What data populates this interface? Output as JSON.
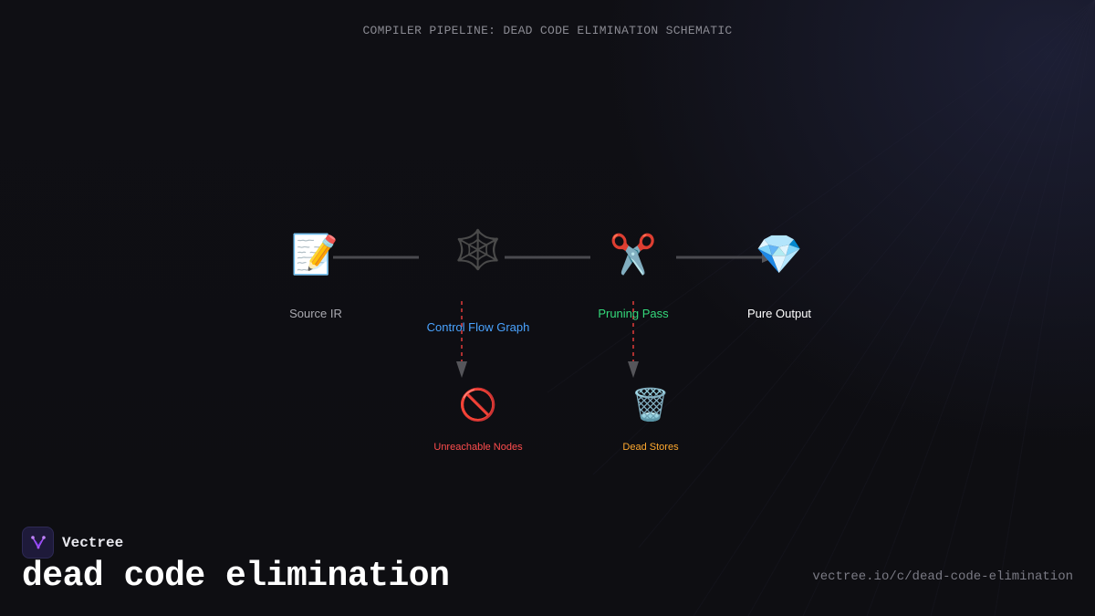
{
  "header": {
    "title": "COMPILER PIPELINE: DEAD CODE ELIMINATION SCHEMATIC"
  },
  "nodes": [
    {
      "id": "source-ir",
      "label": "Source IR",
      "icon": "📝",
      "icon_name": "memo-icon",
      "color": "#a9a9b0"
    },
    {
      "id": "control-flow-graph",
      "label": "Control Flow Graph",
      "icon": "🕸️",
      "icon_name": "spider-web-icon",
      "color": "#4aa3ff"
    },
    {
      "id": "pruning-pass",
      "label": "Pruning Pass",
      "icon": "✂️",
      "icon_name": "scissors-icon",
      "color": "#34d97b"
    },
    {
      "id": "pure-output",
      "label": "Pure Output",
      "icon": "💎",
      "icon_name": "gem-icon",
      "color": "#ffffff"
    }
  ],
  "branches": [
    {
      "id": "unreachable-nodes",
      "label": "Unreachable Nodes",
      "icon": "🚫",
      "icon_name": "prohibited-icon",
      "color": "#ff4d4d"
    },
    {
      "id": "dead-stores",
      "label": "Dead Stores",
      "icon": "🗑️",
      "icon_name": "wastebasket-icon",
      "color": "#ffa82e"
    }
  ],
  "colors": {
    "connector": "#4a4a4f",
    "branch_line": "#e23b3b",
    "arrow": "#55555a"
  },
  "footer": {
    "brand_name": "Vectree",
    "page_title": "dead code elimination",
    "url": "vectree.io/c/dead-code-elimination"
  }
}
